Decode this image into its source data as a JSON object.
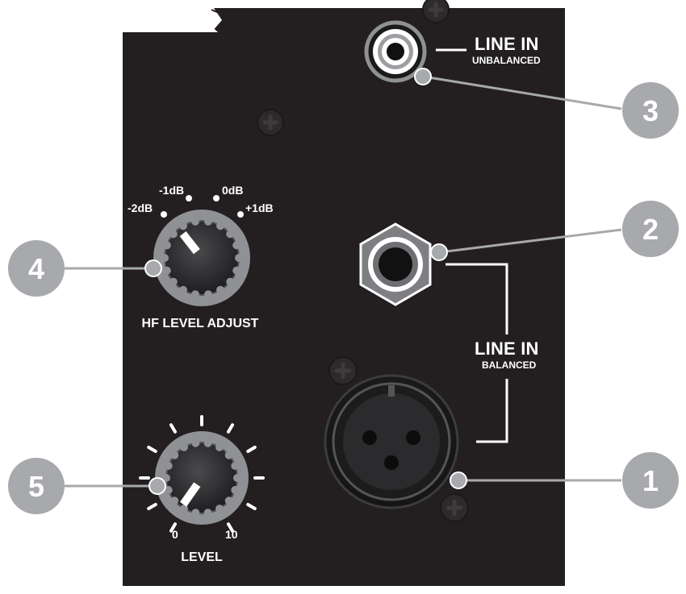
{
  "panel": {
    "line_in_unbalanced": {
      "title": "LINE IN",
      "subtitle": "UNBALANCED"
    },
    "line_in_balanced": {
      "title": "LINE IN",
      "subtitle": "BALANCED"
    },
    "hf_knob": {
      "label": "HF LEVEL ADJUST",
      "marks": [
        "-2dB",
        "-1dB",
        "0dB",
        "+1dB"
      ]
    },
    "level_knob": {
      "label": "LEVEL",
      "min_label": "0",
      "max_label": "10"
    }
  },
  "callouts": [
    {
      "number": "1"
    },
    {
      "number": "2"
    },
    {
      "number": "3"
    },
    {
      "number": "4"
    },
    {
      "number": "5"
    }
  ],
  "colors": {
    "panel": "#231f20",
    "callout_circle": "#a7a9ac",
    "leader": "#a7a9ac",
    "knob_ring": "#8f9194",
    "knob_cap": "#3a3a3c",
    "label": "#ffffff"
  }
}
